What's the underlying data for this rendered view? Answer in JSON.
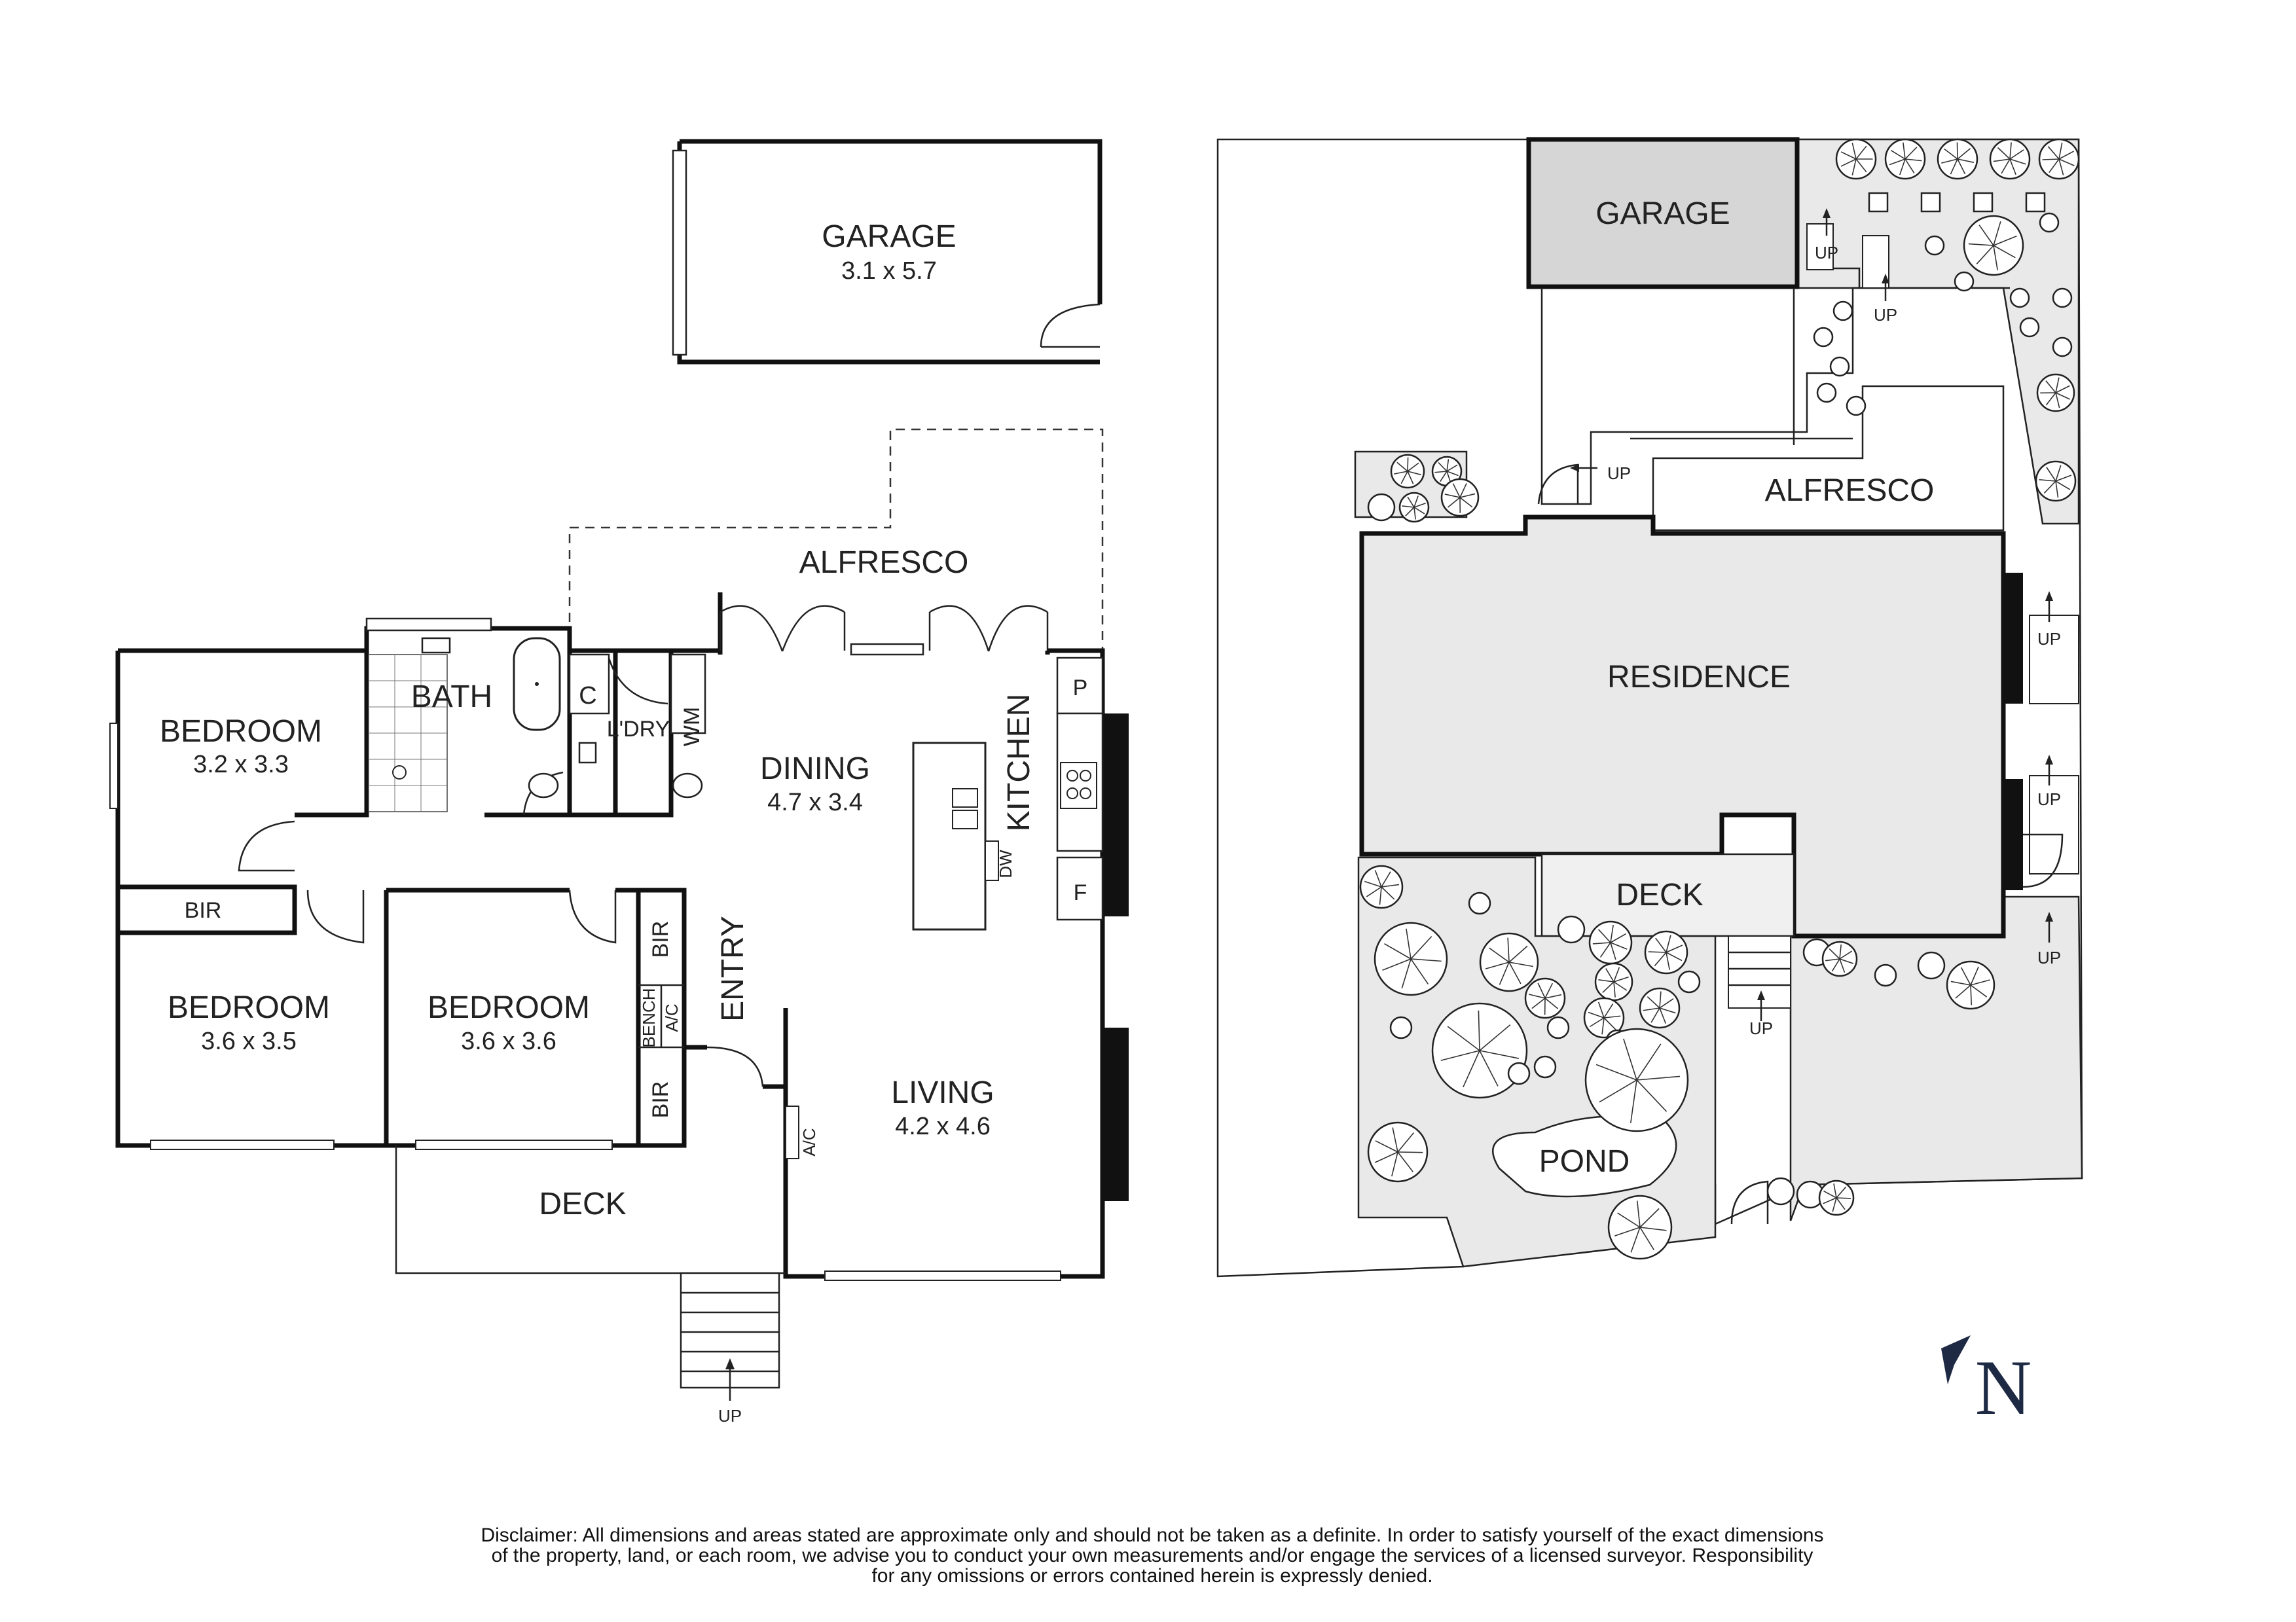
{
  "floor_plan": {
    "garage": {
      "label": "GARAGE",
      "dims": "3.1 x 5.7"
    },
    "alfresco": {
      "label": "ALFRESCO"
    },
    "bedroom_1": {
      "label": "BEDROOM",
      "dims": "3.2 x 3.3"
    },
    "bath": {
      "label": "BATH"
    },
    "c": {
      "label": "C"
    },
    "laundry": {
      "label": "L'DRY"
    },
    "wm": {
      "label": "WM"
    },
    "dining": {
      "label": "DINING",
      "dims": "4.7 x 3.4"
    },
    "kitchen": {
      "label": "KITCHEN"
    },
    "p": {
      "label": "P"
    },
    "f": {
      "label": "F"
    },
    "dw": {
      "label": "DW"
    },
    "bir_1": {
      "label": "BIR"
    },
    "bir_2": {
      "label": "BIR"
    },
    "bir_3": {
      "label": "BIR"
    },
    "bench_ac": {
      "label1": "BENCH",
      "label2": "A/C"
    },
    "bedroom_2": {
      "label": "BEDROOM",
      "dims": "3.6 x 3.5"
    },
    "bedroom_3": {
      "label": "BEDROOM",
      "dims": "3.6 x 3.6"
    },
    "entry": {
      "label": "ENTRY"
    },
    "living": {
      "label": "LIVING",
      "dims": "4.2 x 4.6"
    },
    "ac": {
      "label": "A/C"
    },
    "deck": {
      "label": "DECK"
    },
    "stairs_up": {
      "label": "UP"
    }
  },
  "site_plan": {
    "garage": {
      "label": "GARAGE"
    },
    "alfresco": {
      "label": "ALFRESCO"
    },
    "residence": {
      "label": "RESIDENCE"
    },
    "deck": {
      "label": "DECK"
    },
    "pond": {
      "label": "POND"
    },
    "up_labels": [
      "UP",
      "UP",
      "UP",
      "UP",
      "UP",
      "UP",
      "UP"
    ]
  },
  "compass": {
    "label": "N"
  },
  "disclaimer": {
    "line1": "Disclaimer: All dimensions and areas stated are approximate only and should not be taken as a definite. In order to satisfy yourself of the exact dimensions",
    "line2": "of the property, land, or each room, we advise you to conduct your own measurements and/or engage the services of a licensed surveyor. Responsibility",
    "line3": "for any omissions or errors contained herein is expressly denied."
  },
  "colors": {
    "fill_grey": "#e9e9e9",
    "dark_grey": "#d6d6d6",
    "line": "#111111",
    "compass_blue": "#1e2a44"
  }
}
